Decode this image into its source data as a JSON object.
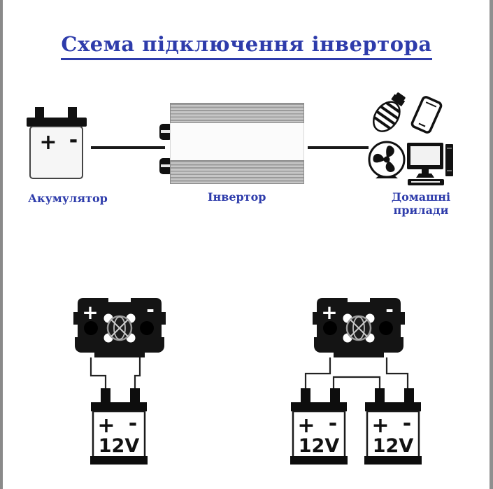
{
  "title": "Схема підключення інвертора",
  "colors": {
    "accent": "#2e3cab",
    "wire": "#1a1a1a",
    "fins_dark": "#9a9a9a",
    "fins_light": "#c6c6c6"
  },
  "top": {
    "battery": {
      "label": "Акумулятор",
      "plus": "+",
      "minus": "-"
    },
    "inverter": {
      "label": "Інвертор"
    },
    "appliances": {
      "label_line1": "Домашні",
      "label_line2": "прилади",
      "icons": [
        "cfl-bulb",
        "smartphone",
        "fan",
        "desktop-computer"
      ]
    }
  },
  "bottom": {
    "single": {
      "inverter": {
        "plus": "+",
        "minus": "-"
      },
      "batteries": [
        {
          "plus": "+",
          "minus": "-",
          "voltage": "12V"
        }
      ]
    },
    "dual": {
      "inverter": {
        "plus": "+",
        "minus": "-"
      },
      "batteries": [
        {
          "plus": "+",
          "minus": "-",
          "voltage": "12V"
        },
        {
          "plus": "+",
          "minus": "-",
          "voltage": "12V"
        }
      ]
    }
  }
}
